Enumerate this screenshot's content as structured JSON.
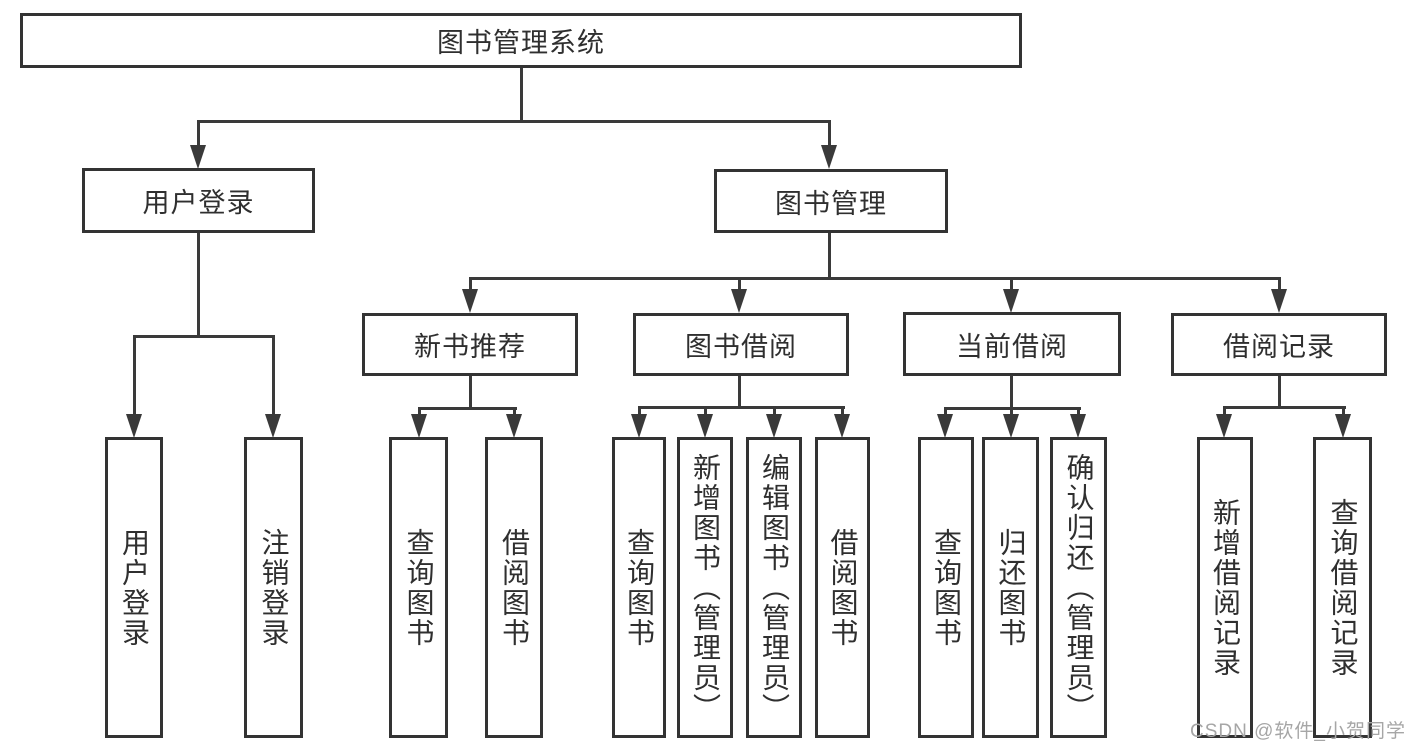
{
  "diagram": {
    "root": {
      "label": "图书管理系统"
    },
    "level2": {
      "user_login": {
        "label": "用户登录"
      },
      "book_management": {
        "label": "图书管理"
      }
    },
    "level3": {
      "new_book": {
        "label": "新书推荐"
      },
      "book_borrow": {
        "label": "图书借阅"
      },
      "current_borrow": {
        "label": "当前借阅"
      },
      "borrow_record": {
        "label": "借阅记录"
      }
    },
    "children": {
      "user_login": [
        "用户登录",
        "注销登录"
      ],
      "new_book": [
        "查询图书",
        "借阅图书"
      ],
      "book_borrow": [
        "查询图书",
        "新增图书（管理员）",
        "编辑图书（管理员）",
        "借阅图书"
      ],
      "current_borrow": [
        "查询图书",
        "归还图书",
        "确认归还（管理员）"
      ],
      "borrow_record": [
        "新增借阅记录",
        "查询借阅记录"
      ]
    }
  },
  "watermark": {
    "text": "CSDN @软件_小贺同学"
  },
  "colors": {
    "background": "#ffffff",
    "border": "#333333",
    "line": "#3a3a3a",
    "text": "#2f2f2f",
    "watermark": "#a6a6a6"
  }
}
